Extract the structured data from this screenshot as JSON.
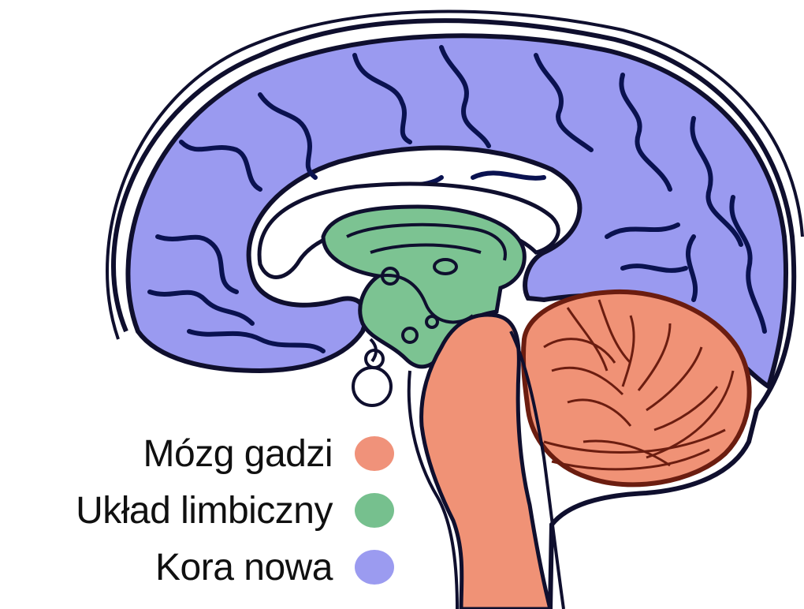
{
  "legend": [
    {
      "label": "Mózg gadzi",
      "color": "#f0927a"
    },
    {
      "label": "Układ limbiczny",
      "color": "#76c08e"
    },
    {
      "label": "Kora nowa",
      "color": "#9b9bf0"
    }
  ],
  "colors": {
    "outline": "#0f0f2e",
    "neocortex": "#9a9af0",
    "limbic": "#7cc392",
    "reptilian": "#f09276",
    "cerebellum_lines": "#6b1d10",
    "sulci": "#0a1250"
  }
}
